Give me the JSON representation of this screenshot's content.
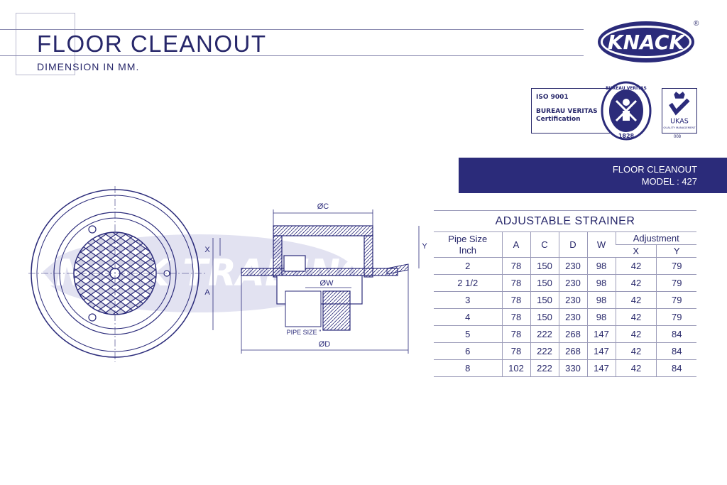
{
  "header": {
    "title": "FLOOR CLEANOUT",
    "subtitle": "DIMENSION IN MM."
  },
  "brand": {
    "logo_text": "KNACK",
    "registered_mark": "®",
    "color": "#2b2b7a"
  },
  "certification": {
    "line1": "ISO 9001",
    "line2": "BUREAU VERITAS",
    "line3": "Certification",
    "seal_text": "BUREAU VERITAS",
    "seal_year": "1828",
    "ukas_label": "UKAS",
    "ukas_sub": "QUALITY MANAGEMENT",
    "ukas_code": "008"
  },
  "model_band": {
    "product": "FLOOR CLEANOUT",
    "model": "MODEL : 427"
  },
  "drawing": {
    "labels": {
      "dim_c": "ØC",
      "dim_d": "ØD",
      "dim_w": "ØW",
      "dim_x": "X",
      "dim_y": "Y",
      "dim_a": "A",
      "pipe_size": "PIPE SIZE \""
    },
    "watermark": "KNACK TRADING"
  },
  "table": {
    "title": "ADJUSTABLE  STRAINER",
    "headers": {
      "pipe_size": "Pipe Size",
      "inch": "Inch",
      "a": "A",
      "c": "C",
      "d": "D",
      "w": "W",
      "adjustment": "Adjustment",
      "x": "X",
      "y": "Y"
    },
    "rows": [
      [
        "2",
        "78",
        "150",
        "230",
        "98",
        "42",
        "79"
      ],
      [
        "2 1/2",
        "78",
        "150",
        "230",
        "98",
        "42",
        "79"
      ],
      [
        "3",
        "78",
        "150",
        "230",
        "98",
        "42",
        "79"
      ],
      [
        "4",
        "78",
        "150",
        "230",
        "98",
        "42",
        "79"
      ],
      [
        "5",
        "78",
        "222",
        "268",
        "147",
        "42",
        "84"
      ],
      [
        "6",
        "78",
        "222",
        "268",
        "147",
        "42",
        "84"
      ],
      [
        "8",
        "102",
        "222",
        "330",
        "147",
        "42",
        "84"
      ]
    ]
  }
}
